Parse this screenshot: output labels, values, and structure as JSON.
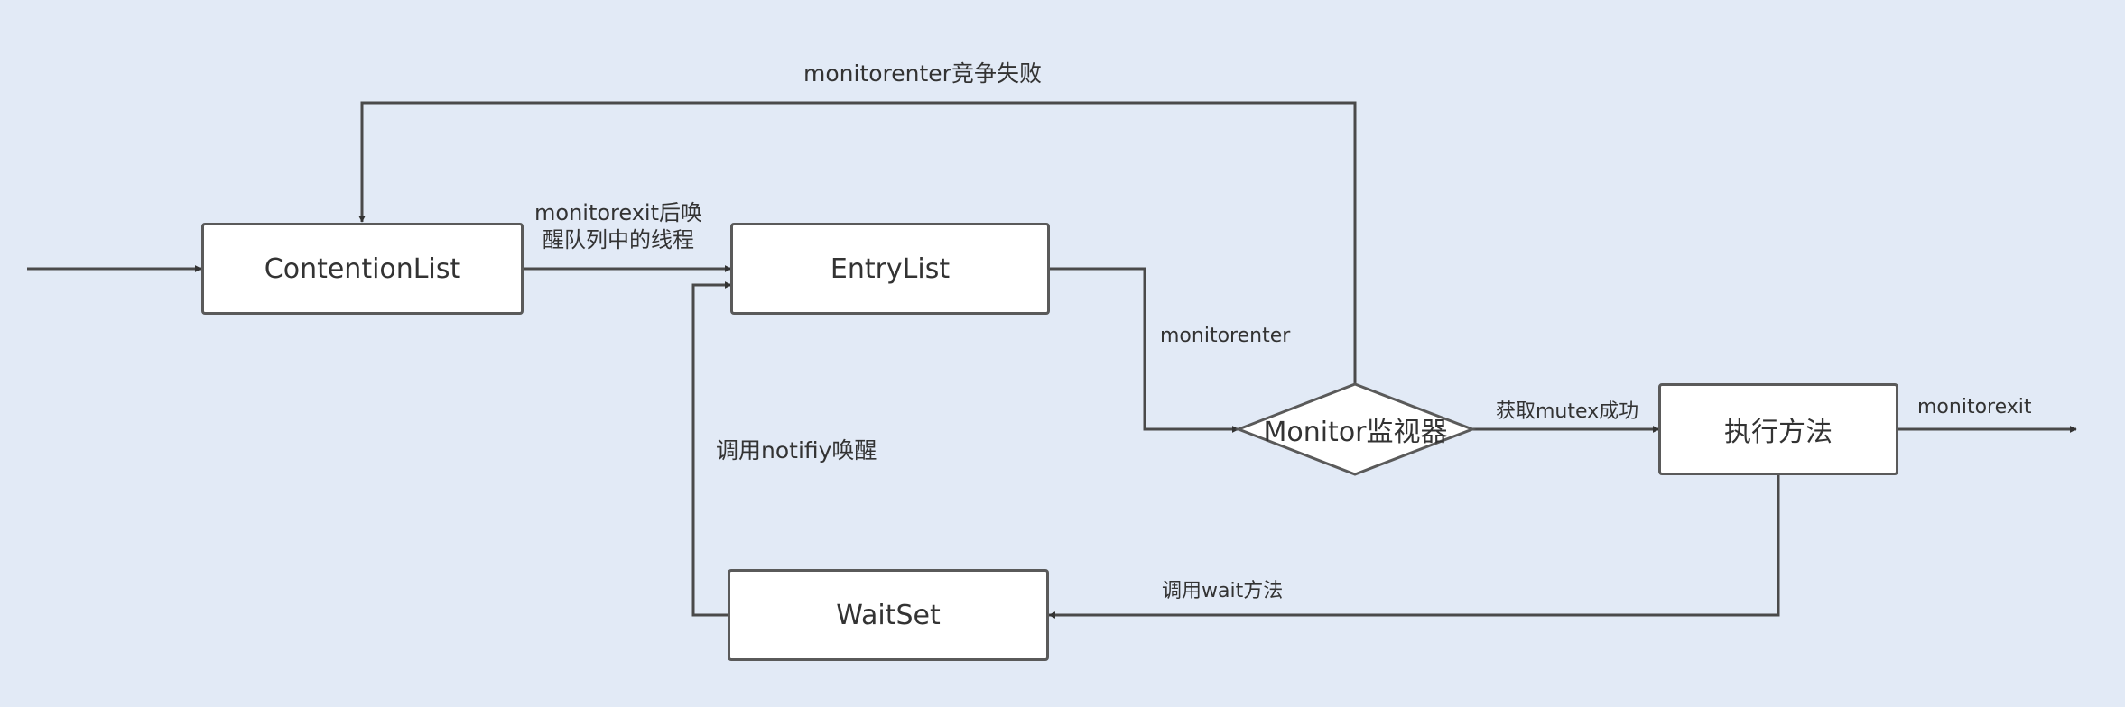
{
  "colors": {
    "background": "#e2eaf6",
    "node_fill": "#ffffff",
    "stroke": "#5a5a5a",
    "text": "#333333"
  },
  "nodes": {
    "contention_list": "ContentionList",
    "entry_list": "EntryList",
    "wait_set": "WaitSet",
    "monitor": "Monitor监视器",
    "execute": "执行方法"
  },
  "edges": {
    "monitorenter_fail": "monitorenter竞争失败",
    "monitorexit_wake_line1": "monitorexit后唤",
    "monitorexit_wake_line2": "醒队列中的线程",
    "monitorenter": "monitorenter",
    "notify_wake": "调用notifiy唤醒",
    "acquire_mutex": "获取mutex成功",
    "monitorexit": "monitorexit",
    "call_wait": "调用wait方法"
  }
}
